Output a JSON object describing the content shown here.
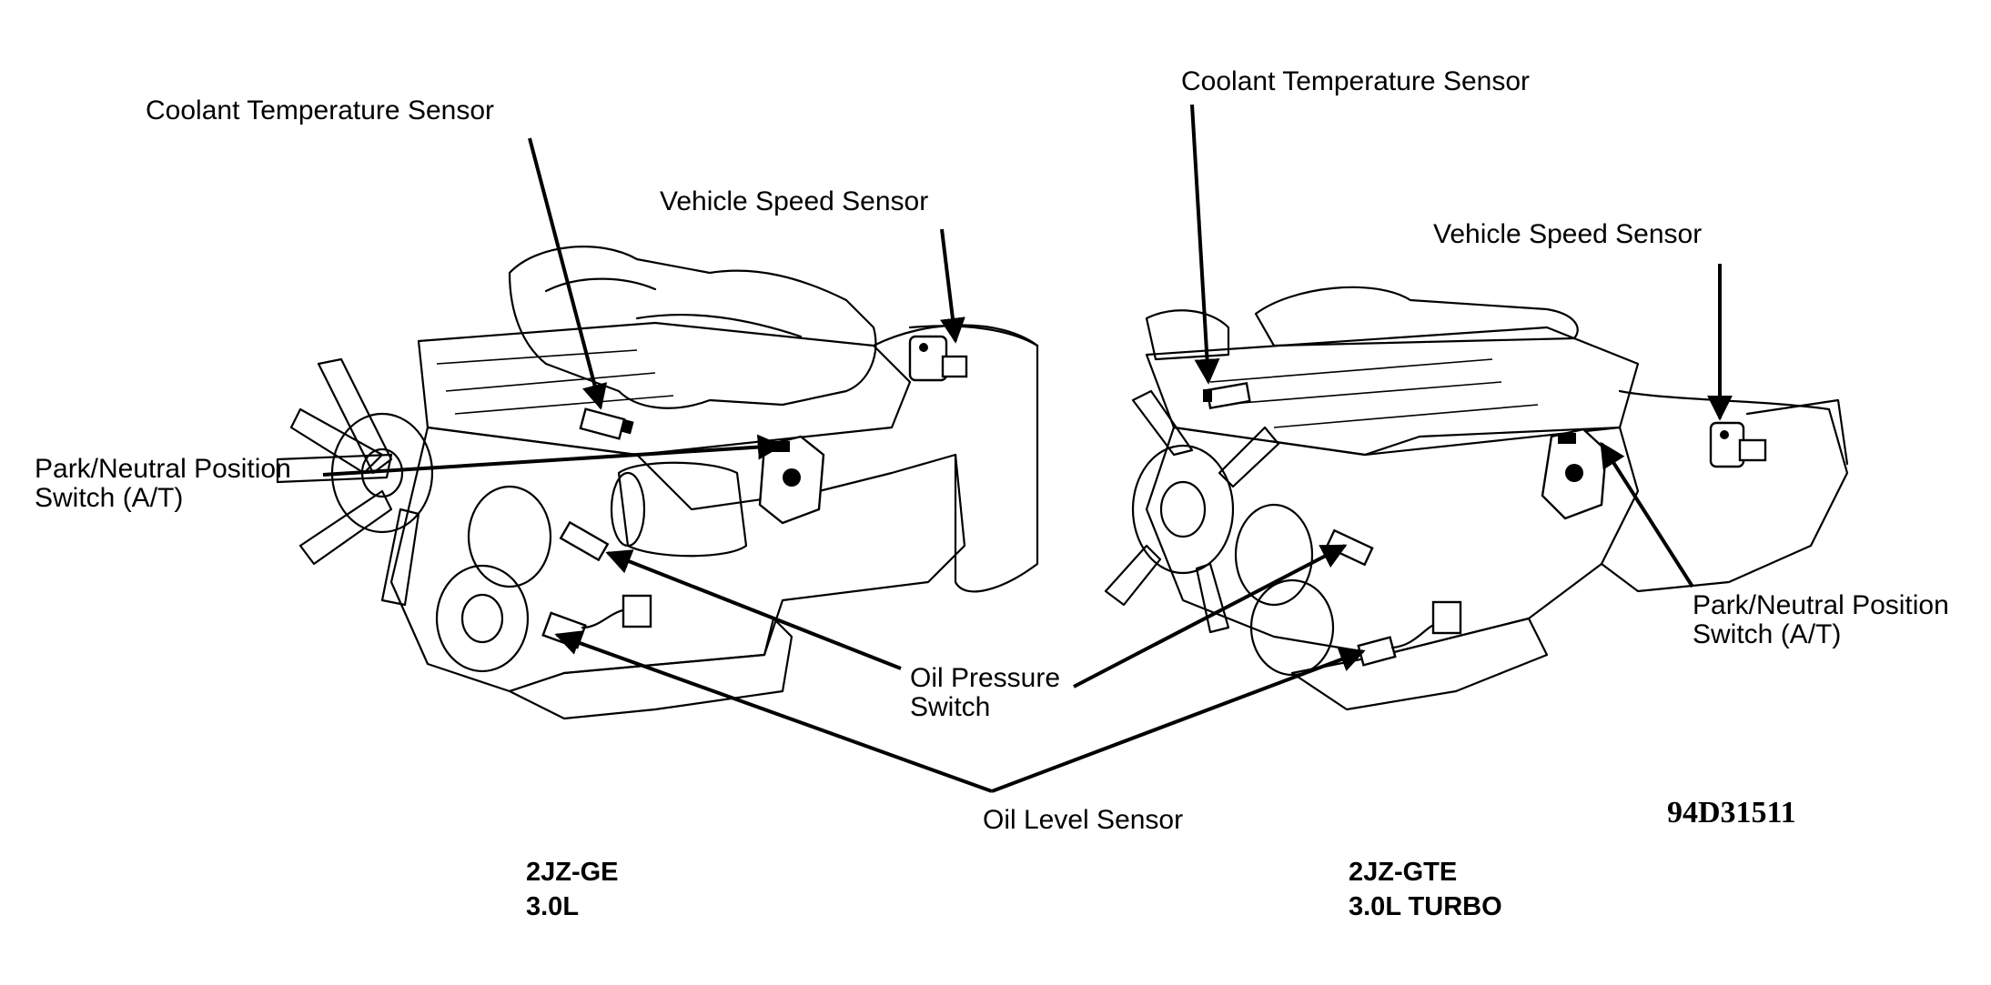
{
  "labels": {
    "left_coolant": "Coolant Temperature Sensor",
    "left_speed": "Vehicle Speed Sensor",
    "left_park_line1": "Park/Neutral Position",
    "left_park_line2": "Switch (A/T)",
    "oil_pressure_line1": "Oil Pressure",
    "oil_pressure_line2": "Switch",
    "oil_level": "Oil Level Sensor",
    "right_coolant": "Coolant Temperature Sensor",
    "right_speed": "Vehicle Speed Sensor",
    "right_park_line1": "Park/Neutral Position",
    "right_park_line2": "Switch (A/T)"
  },
  "engines": {
    "left_code": "2JZ-GE",
    "left_displacement": "3.0L",
    "right_code": "2JZ-GTE",
    "right_displacement": "3.0L TURBO"
  },
  "figure_id": "94D31511",
  "colors": {
    "line": "#000000",
    "background": "#ffffff"
  }
}
